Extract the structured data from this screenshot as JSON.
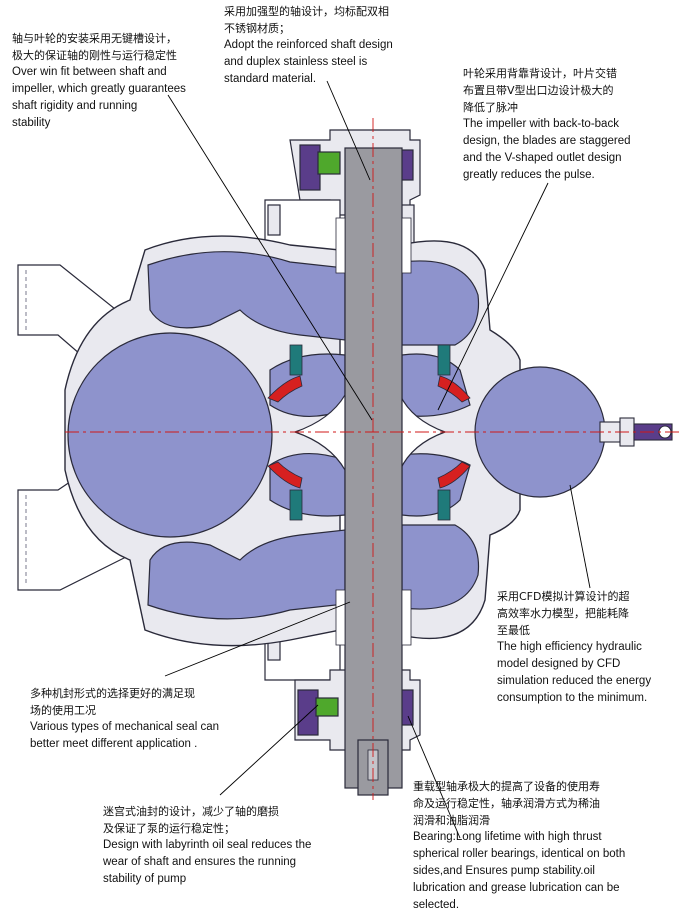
{
  "callouts": {
    "shaft_fit": {
      "zh": "轴与叶轮的安装采用无键槽设计，\n极大的保证轴的刚性与运行稳定性",
      "en": "Over win fit between shaft and\nimpeller, which greatly guarantees\nshaft rigidity and running\nstability"
    },
    "shaft_design": {
      "zh": "采用加强型的轴设计，均标配双相\n不锈钢材质；",
      "en": "Adopt the reinforced shaft design\nand duplex stainless steel is\nstandard material."
    },
    "impeller": {
      "zh": "叶轮采用背靠背设计，叶片交错\n布置且带V型出口边设计极大的\n降低了脉冲",
      "en": "The impeller with back-to-back\ndesign, the blades are staggered\nand the V-shaped outlet design\ngreatly reduces the pulse."
    },
    "cfd": {
      "zh": "采用CFD模拟计算设计的超\n高效率水力模型，把能耗降\n至最低",
      "en": "The high efficiency hydraulic\nmodel designed by CFD\nsimulation reduced the energy\nconsumption to the minimum."
    },
    "mech_seal": {
      "zh": "多种机封形式的选择更好的满足现\n场的使用工况",
      "en": "Various types of mechanical seal can\nbetter meet different application ."
    },
    "labyrinth": {
      "zh": "迷宫式油封的设计，减少了轴的磨损\n及保证了泵的运行稳定性；",
      "en": "Design with labyrinth oil seal reduces the\nwear of shaft and ensures the running\nstability of pump"
    },
    "bearing": {
      "zh": "重载型轴承极大的提高了设备的使用寿\n命及运行稳定性，轴承润滑方式为稀油\n润滑和油脂润滑",
      "en": "Bearing:Long lifetime with high thrust\nspherical roller bearings, identical on both\nsides,and Ensures pump stability.oil\nlubrication and grease lubrication can be\nselected."
    }
  },
  "colors": {
    "casing_fill": "#8e93cc",
    "body_fill": "#e9e9ef",
    "shaft": "#9a9aa0",
    "outline": "#2a2a3a",
    "wear_ring": "#d62020",
    "seal_green": "#4fa82c",
    "ring_teal": "#1f7a7a",
    "purple_parts": "#5a3d8a",
    "center_line": "#d01818",
    "leader": "#000000"
  }
}
